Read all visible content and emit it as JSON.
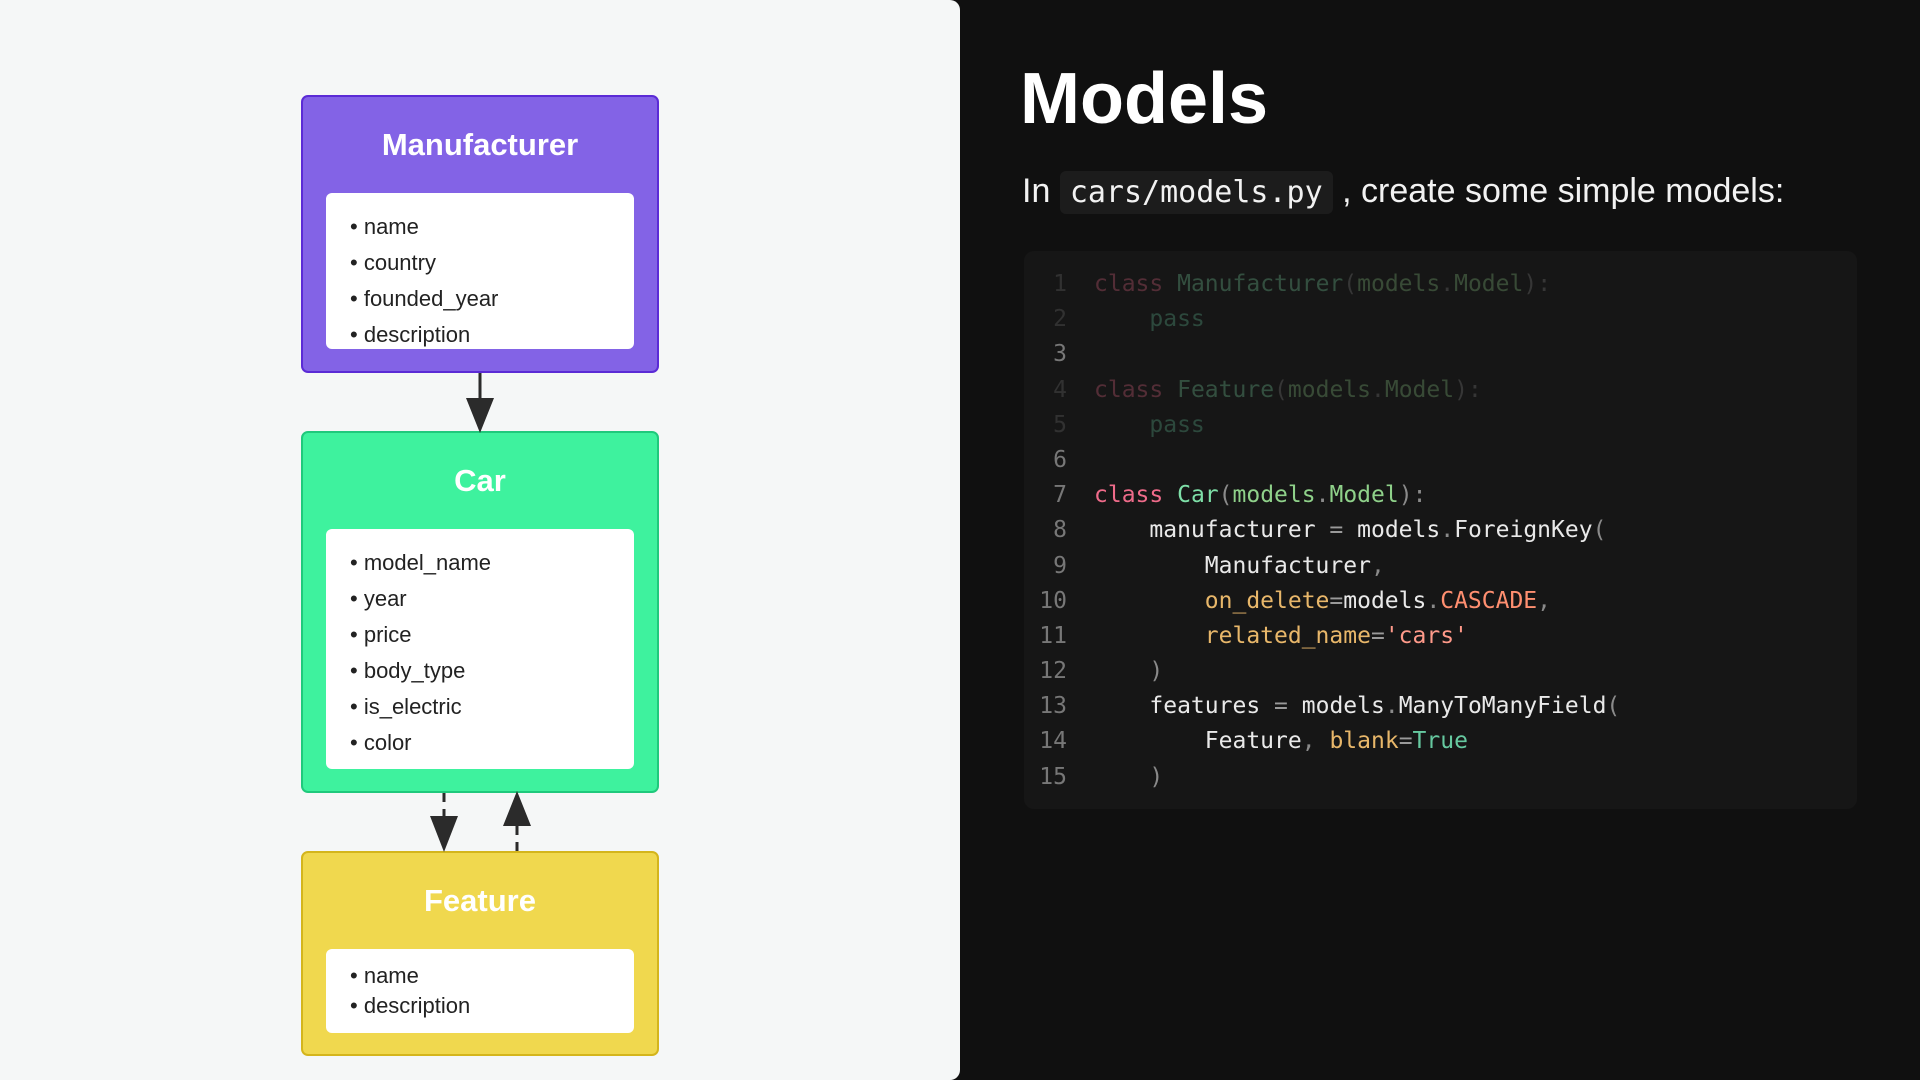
{
  "diagram": {
    "models": [
      {
        "name": "Manufacturer",
        "color": "#8363e6",
        "border": "#5b2bd6",
        "fields": [
          "name",
          "country",
          "founded_year",
          "description"
        ]
      },
      {
        "name": "Car",
        "color": "#3ef29e",
        "border": "#1fc97c",
        "fields": [
          "model_name",
          "year",
          "price",
          "body_type",
          "is_electric",
          "color"
        ]
      },
      {
        "name": "Feature",
        "color": "#f0d84e",
        "border": "#d4b51c",
        "fields": [
          "name",
          "description"
        ]
      }
    ]
  },
  "slide": {
    "title": "Models",
    "intro_prefix": "In",
    "intro_code": "cars/models.py",
    "intro_suffix": ", create some simple models:"
  },
  "code": {
    "line_numbers": [
      "1",
      "2",
      "3",
      "4",
      "5",
      "6",
      "7",
      "8",
      "9",
      "10",
      "11",
      "12",
      "13",
      "14",
      "15"
    ],
    "l1": {
      "kw": "class",
      "cls": "Manufacturer",
      "p1": "(",
      "mod": "models",
      "dot": ".",
      "base": "Model",
      "p2": "):"
    },
    "l2": {
      "kw": "pass"
    },
    "l4": {
      "kw": "class",
      "cls": "Feature",
      "p1": "(",
      "mod": "models",
      "dot": ".",
      "base": "Model",
      "p2": "):"
    },
    "l5": {
      "kw": "pass"
    },
    "l7": {
      "kw": "class",
      "cls": "Car",
      "p1": "(",
      "mod": "models",
      "dot": ".",
      "base": "Model",
      "p2": "):"
    },
    "l8": {
      "attr": "manufacturer",
      "eq": "=",
      "mod": "models",
      "dot": ".",
      "fn": "ForeignKey",
      "p": "("
    },
    "l9": {
      "arg": "Manufacturer",
      "comma": ","
    },
    "l10": {
      "kwarg": "on_delete",
      "eq": "=",
      "mod": "models",
      "dot": ".",
      "const": "CASCADE",
      "comma": ","
    },
    "l11": {
      "kwarg": "related_name",
      "eq": "=",
      "str": "'cars'"
    },
    "l12": {
      "p": ")"
    },
    "l13": {
      "attr": "features",
      "eq": "=",
      "mod": "models",
      "dot": ".",
      "fn": "ManyToManyField",
      "p": "("
    },
    "l14": {
      "arg": "Feature",
      "comma": ",",
      "kwarg": "blank",
      "eq": "=",
      "bool": "True"
    },
    "l15": {
      "p": ")"
    }
  }
}
